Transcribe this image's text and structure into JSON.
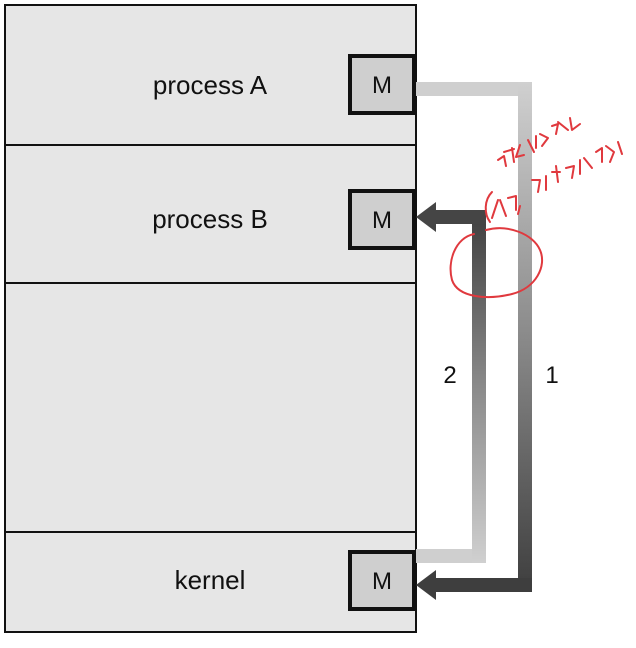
{
  "diagram": {
    "regions": {
      "process_a": "process A",
      "process_b": "process B",
      "kernel": "kernel"
    },
    "mailbox_label": "M",
    "arrows": {
      "step1": "1",
      "step2": "2"
    },
    "annotation": {
      "text": "동기화 관점 처리를 ... 해야 함",
      "color": "#e0393e"
    },
    "colors": {
      "region_fill": "#e6e6e6",
      "mailbox_fill": "#cfcfcf",
      "arrow_dark": "#454545",
      "arrow_light": "#cfcfcf"
    }
  }
}
